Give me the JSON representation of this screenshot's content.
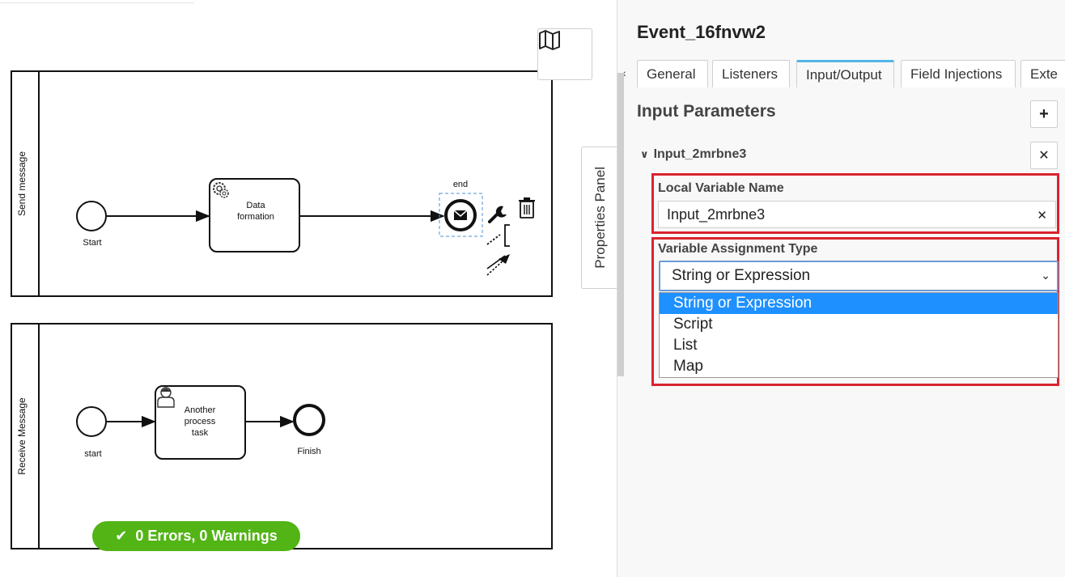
{
  "canvas": {
    "lanes": [
      {
        "name": "Send message"
      },
      {
        "name": "Receive Message"
      }
    ],
    "elements": {
      "start1_label": "Start",
      "task1_label_1": "Data",
      "task1_label_2": "formation",
      "end1_label": "end",
      "start2_label": "start",
      "task2_label_1": "Another",
      "task2_label_2": "process",
      "task2_label_3": "task",
      "end2_label": "Finish"
    },
    "context_pad_icons": [
      "wrench-icon",
      "trash-icon",
      "annotation-icon",
      "connect-arrow-icon"
    ],
    "minimap_icon": "map-icon",
    "properties_toggle_label": "Properties Panel",
    "lint_status": "0 Errors, 0 Warnings",
    "lint_color": "#52b415"
  },
  "panel": {
    "title": "Event_16fnvw2",
    "tabs": [
      {
        "label": "General"
      },
      {
        "label": "Listeners"
      },
      {
        "label": "Input/Output",
        "active": true
      },
      {
        "label": "Field Injections"
      },
      {
        "label": "Exte"
      }
    ],
    "section_title": "Input Parameters",
    "parameter_name": "Input_2mrbne3",
    "local_variable_label": "Local Variable Name",
    "local_variable_value": "Input_2mrbne3",
    "assignment_type_label": "Variable Assignment Type",
    "assignment_type_value": "String or Expression",
    "assignment_options": [
      "String or Expression",
      "Script",
      "List",
      "Map"
    ],
    "highlight_color": "#d9242f",
    "accent_color": "#52b5e6"
  }
}
